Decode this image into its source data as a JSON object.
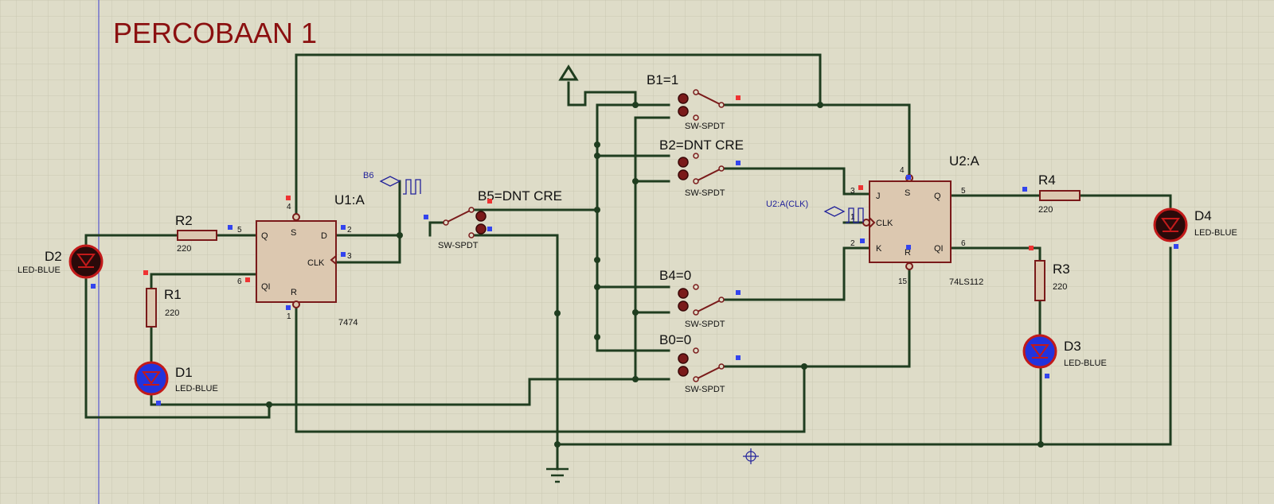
{
  "title": "PERCOBAAN 1",
  "colors": {
    "background": "#dedcc8",
    "grid": "#c9c7b2",
    "wire": "#1f3d1f",
    "component_outline": "#7a1a1a",
    "component_fill": "#dcc8b0",
    "led_red": "#c21a1a",
    "led_dark": "#2a0a0a",
    "led_blue": "#2233dd",
    "title": "#8b1010",
    "probe": "#22229a",
    "pin_red": "#ee3333",
    "pin_blue": "#3344ee",
    "frame_line": "#3a3ad0"
  },
  "chips": {
    "u1": {
      "ref": "U1:A",
      "part": "7474",
      "pins": {
        "q": "Q",
        "s": "S",
        "d": "D",
        "clk": "CLK",
        "qi": "QI",
        "r": "R"
      },
      "pin_numbers": {
        "q": "5",
        "s": "4",
        "d": "2",
        "clk": "3",
        "qi": "6",
        "r": "1"
      }
    },
    "u2": {
      "ref": "U2:A",
      "part": "74LS112",
      "pins": {
        "j": "J",
        "s": "S",
        "q": "Q",
        "clk": "CLK",
        "k": "K",
        "r": "R",
        "qi": "QI"
      },
      "pin_numbers": {
        "j": "3",
        "s": "4",
        "q": "5",
        "clk": "1",
        "k": "2",
        "r": "15",
        "qi": "6"
      }
    }
  },
  "resistors": [
    {
      "ref": "R2",
      "value": "220"
    },
    {
      "ref": "R1",
      "value": "220"
    },
    {
      "ref": "R4",
      "value": "220"
    },
    {
      "ref": "R3",
      "value": "220"
    }
  ],
  "leds": [
    {
      "ref": "D2",
      "type": "LED-BLUE",
      "lit": false
    },
    {
      "ref": "D1",
      "type": "LED-BLUE",
      "lit": true
    },
    {
      "ref": "D4",
      "type": "LED-BLUE",
      "lit": false
    },
    {
      "ref": "D3",
      "type": "LED-BLUE",
      "lit": true
    }
  ],
  "switches": [
    {
      "ref": "B5=DNT CRE",
      "type": "SW-SPDT"
    },
    {
      "ref": "B1=1",
      "type": "SW-SPDT"
    },
    {
      "ref": "B2=DNT CRE",
      "type": "SW-SPDT"
    },
    {
      "ref": "B4=0",
      "type": "SW-SPDT"
    },
    {
      "ref": "B0=0",
      "type": "SW-SPDT"
    }
  ],
  "clock_probes": [
    {
      "label": "B6"
    },
    {
      "label": "U2:A(CLK)"
    }
  ]
}
